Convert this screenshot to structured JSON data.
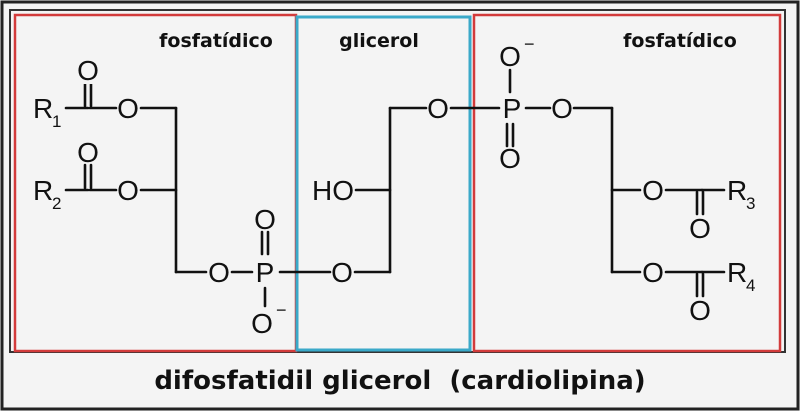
{
  "regions": {
    "left": {
      "label": "fosfatídico",
      "color": "#d23b3b"
    },
    "center": {
      "label": "glicerol",
      "color": "#3aa9c9"
    },
    "right": {
      "label": "fosfatídico",
      "color": "#d23b3b"
    }
  },
  "caption": "difosfatidil glicerol  (cardiolipina)",
  "atoms": {
    "O": "O",
    "P": "P",
    "HO": "HO",
    "R": "R",
    "minus": "−",
    "r1_sub": "1",
    "r2_sub": "2",
    "r3_sub": "3",
    "r4_sub": "4"
  },
  "frame_color": "#222222",
  "ink_color": "#111111"
}
